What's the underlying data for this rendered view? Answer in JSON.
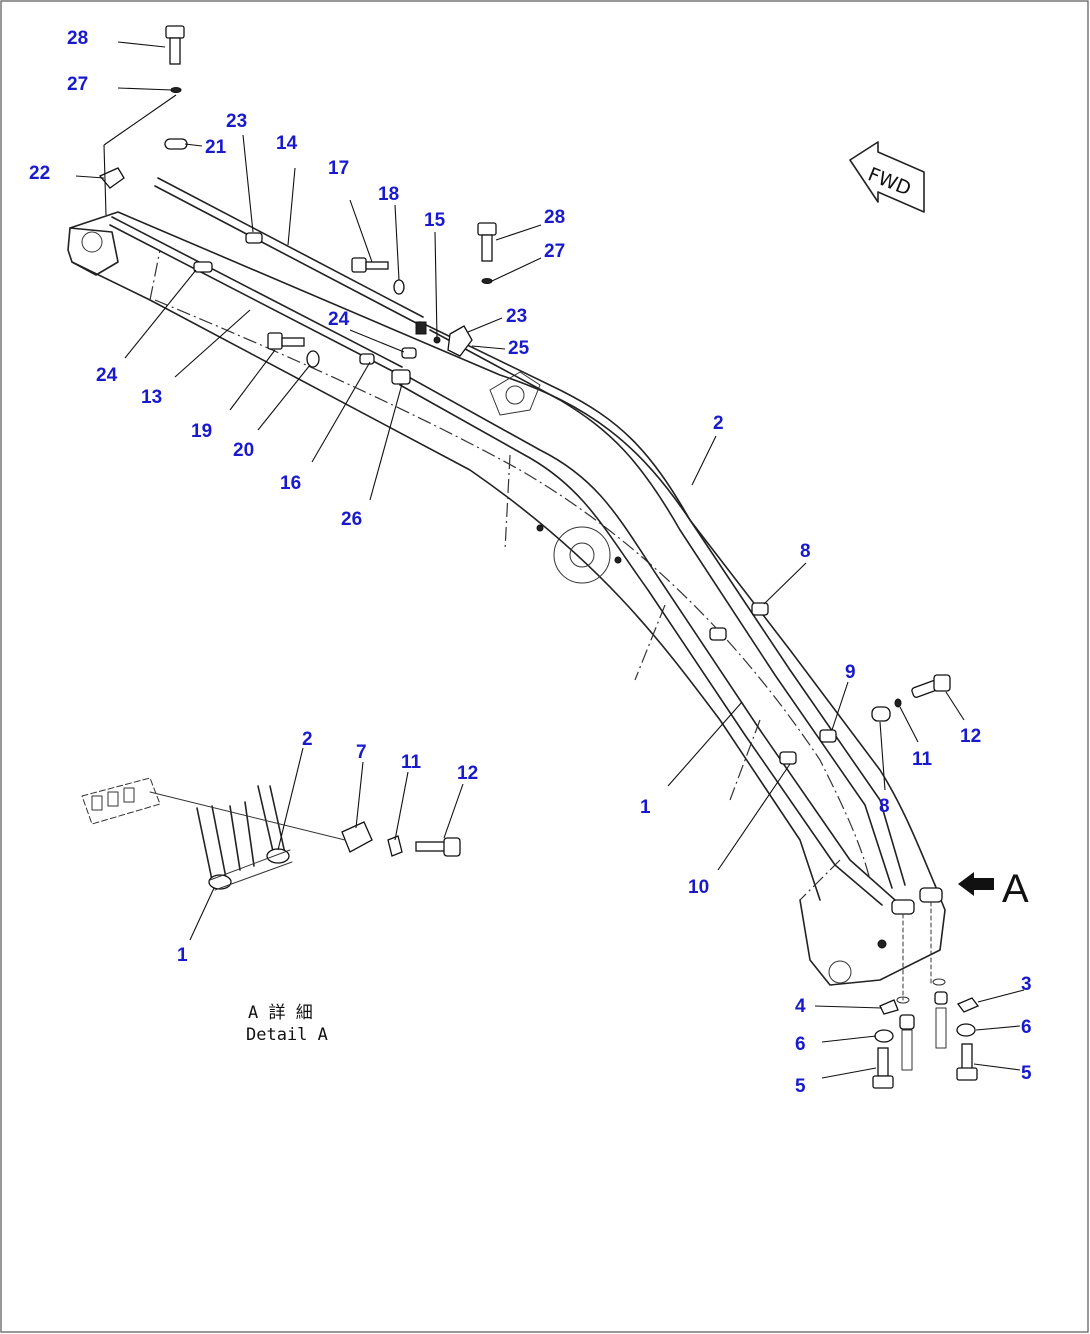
{
  "colors": {
    "callout": "#1a1acd",
    "ink": "#222222",
    "background": "#ffffff"
  },
  "direction": {
    "label": "FWD"
  },
  "view_marker": {
    "label": "A"
  },
  "detail": {
    "title_jp": "A 詳 細",
    "title_en": "Detail A"
  },
  "callouts": {
    "c28a": "28",
    "c27a": "27",
    "c23a": "23",
    "c14": "14",
    "c21": "21",
    "c22": "22",
    "c17": "17",
    "c18": "18",
    "c15": "15",
    "c28b": "28",
    "c27b": "27",
    "c23b": "23",
    "c25": "25",
    "c24a": "24",
    "c24b": "24",
    "c13": "13",
    "c19": "19",
    "c20": "20",
    "c16": "16",
    "c26": "26",
    "c2a": "2",
    "c8a": "8",
    "c9": "9",
    "c12a": "12",
    "c11a": "11",
    "c8b": "8",
    "c1a": "1",
    "c10": "10",
    "c3": "3",
    "c4": "4",
    "c6a": "6",
    "c6b": "6",
    "c5a": "5",
    "c5b": "5",
    "d2": "2",
    "d7": "7",
    "d11": "11",
    "d12": "12",
    "d1": "1"
  }
}
